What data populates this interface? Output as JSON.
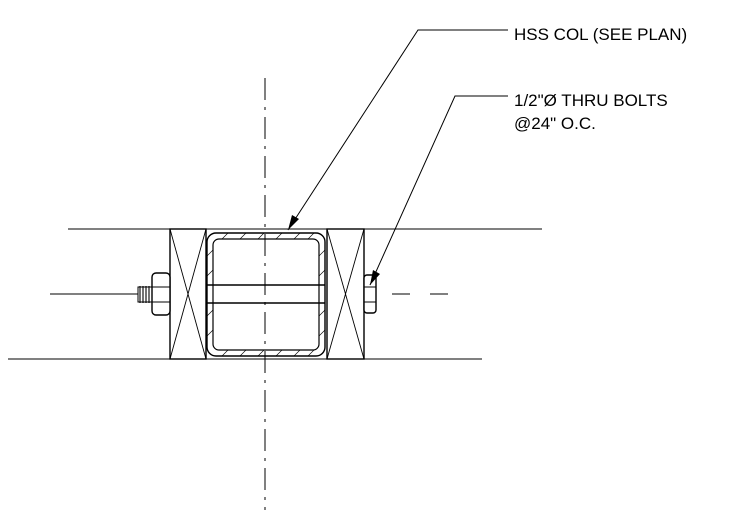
{
  "callouts": {
    "column": "HSS COL (SEE PLAN)",
    "bolts_line1": "1/2\"Ø THRU BOLTS",
    "bolts_line2": "@24\" O.C."
  },
  "colors": {
    "line": "#000000",
    "background": "#ffffff"
  }
}
